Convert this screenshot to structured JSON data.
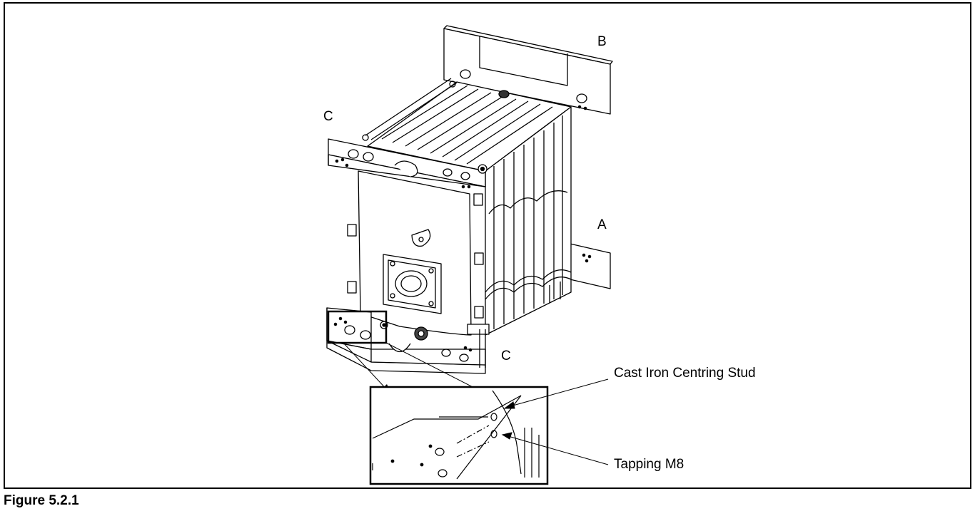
{
  "labels": {
    "A": "A",
    "B": "B",
    "C_top": "C",
    "C_bottom": "C"
  },
  "callouts": {
    "centring_stud": "Cast Iron Centring Stud",
    "tapping": "Tapping M8"
  },
  "caption": "Figure 5.2.1"
}
